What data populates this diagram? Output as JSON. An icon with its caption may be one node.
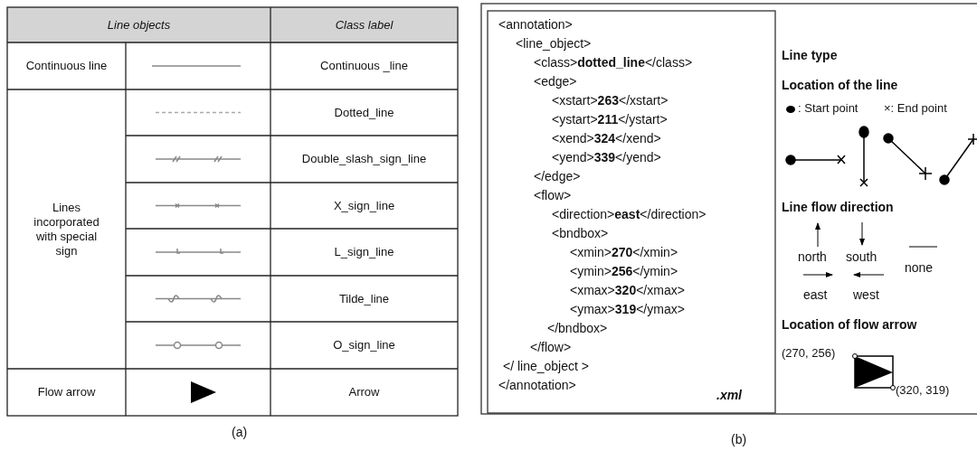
{
  "diagram": {
    "labels": [
      "Line objects",
      "Class label",
      "Continuous line",
      "Continuous _line",
      "Lines incorporated with special sign",
      "Dotted_line",
      "Double_slash_sign_line",
      "X_sign_line",
      "L_sign_line",
      "Tilde_line",
      "O_sign_line",
      "Flow arrow",
      "Arrow",
      "(a)",
      "<annotation>",
      "<line_object>",
      "<class>**dotted_line**</class>",
      "<edge>",
      "<xstart>**263**</xstart>",
      "<ystart>**211**</ystart>",
      "<xend>**324**</xend>",
      "<yend>**339**</yend>",
      "</edge>",
      "<flow>",
      "<direction>**east**</direction>",
      "<bndbox>",
      "<xmin>**270**</xmin>",
      "<ymin>**256**</ymin>",
      "<xmax>**320**</xmax>",
      "<ymax>**319**</ymax>",
      "</bndbox>",
      "</flow>",
      "</ line_object >",
      "</annotation>",
      ".xml",
      "Line type",
      "Location of the line",
      ": Start point",
      "×: End point",
      "Line flow direction",
      "north",
      "south",
      "none",
      "east",
      "west",
      "Location of flow arrow",
      "(270, 256)",
      "(320, 319)",
      "(b)"
    ]
  }
}
